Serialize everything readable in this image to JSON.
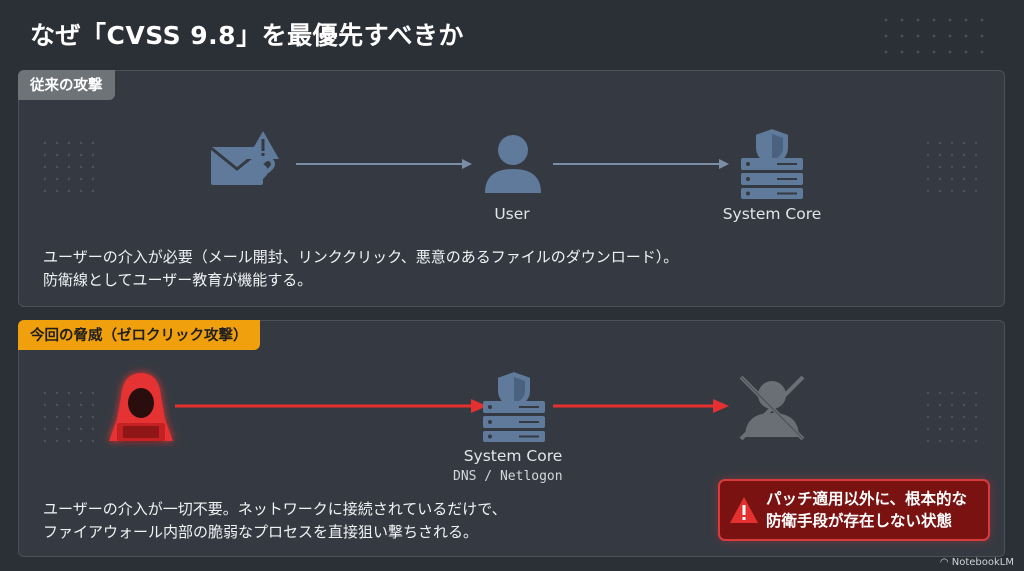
{
  "title": "なぜ「CVSS 9.8」を最優先すべきか",
  "panel_traditional": {
    "tag": "従来の攻撃",
    "user_label": "User",
    "core_label": "System Core",
    "desc_line1": "ユーザーの介入が必要（メール開封、リンククリック、悪意のあるファイルのダウンロード）。",
    "desc_line2": "防衛線としてユーザー教育が機能する。"
  },
  "panel_zeroclick": {
    "tag": "今回の脅威（ゼロクリック攻撃）",
    "core_label": "System Core",
    "core_sublabel": "DNS / Netlogon",
    "desc_line1": "ユーザーの介入が一切不要。ネットワークに接続されているだけで、",
    "desc_line2": "ファイアウォール内部の脆弱なプロセスを直接狙い撃ちされる。",
    "warning_line1": "パッチ適用以外に、根本的な",
    "warning_line2": "防衛手段が存在しない状態"
  },
  "brand": "NotebookLM",
  "colors": {
    "background": "#2b2f36",
    "panel": "#353a42",
    "icon_slate": "#5f7a9a",
    "arrow_slate": "#7b8ea6",
    "threat_red": "#e53030",
    "tag_amber": "#f0a00c",
    "warning_bg": "#7a1212"
  }
}
